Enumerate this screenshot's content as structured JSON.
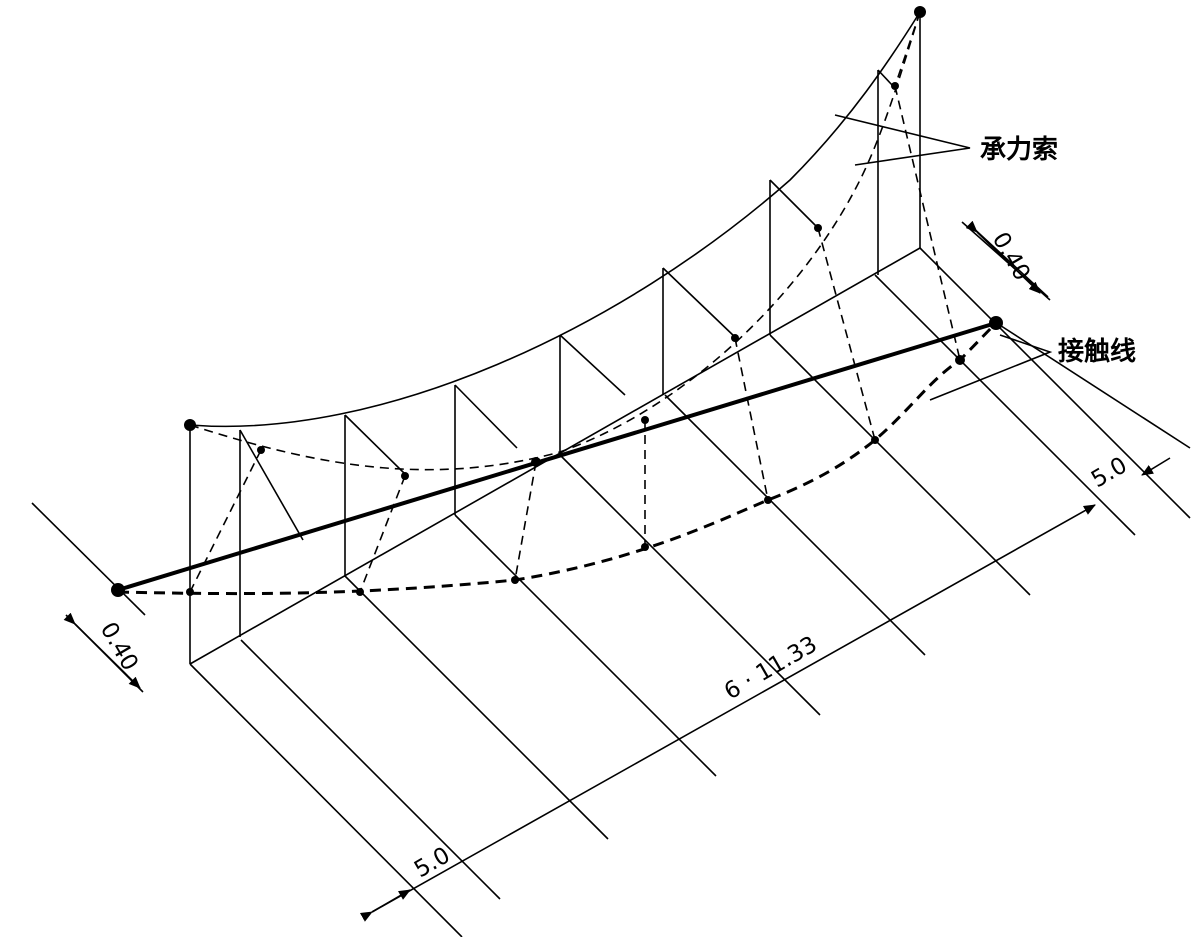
{
  "labels": {
    "messenger_wire": "承力索",
    "contact_wire": "接触线"
  },
  "dimensions": {
    "offset_left": "0.40",
    "offset_right": "0.40",
    "span_spacing": "6 · 11.33",
    "end_distance_left": "5.0",
    "end_distance_right": "5.0"
  }
}
